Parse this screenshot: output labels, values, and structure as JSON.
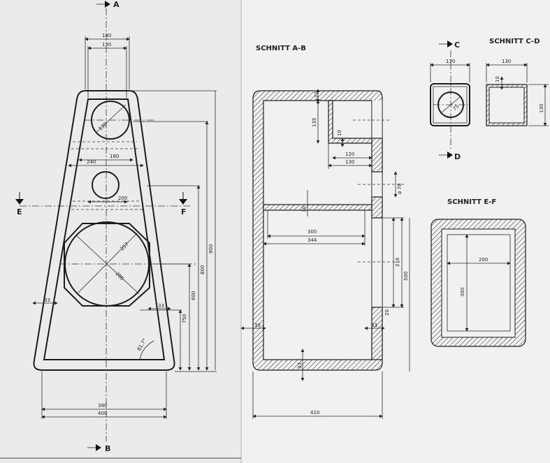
{
  "sections": {
    "ab": "SCHNITT A-B",
    "cd": "SCHNITT C-D",
    "ef": "SCHNITT E-F"
  },
  "cut_labels": {
    "a": "A",
    "b": "B",
    "c": "C",
    "d": "D",
    "e": "E",
    "f": "F"
  },
  "front": {
    "w140": "140",
    "w130": "130",
    "d130": "130",
    "w180": "180",
    "w240": "240",
    "w200": "200",
    "d257": "257",
    "d286": "286",
    "t33_left": "33",
    "t33_right": "33",
    "angle": "81,7°",
    "h750": "750",
    "h600": "600",
    "h800": "800",
    "h900": "900",
    "w390": "390",
    "w400": "400"
  },
  "ab": {
    "t22": "22",
    "h135": "135",
    "t10": "10",
    "w120": "120",
    "w130": "130",
    "d78": "ø 78",
    "t30": "30",
    "w300": "300",
    "w344": "344",
    "h216": "216",
    "h500": "500",
    "t33_left": "33",
    "t33_right": "33",
    "t33_bottom": "33",
    "t20": "20",
    "w410": "410"
  },
  "cd": {
    "w130_a": "130",
    "d75": "75",
    "w130_b": "130",
    "t10": "10",
    "h130": "130"
  },
  "ef": {
    "w200": "200",
    "h300": "300"
  }
}
